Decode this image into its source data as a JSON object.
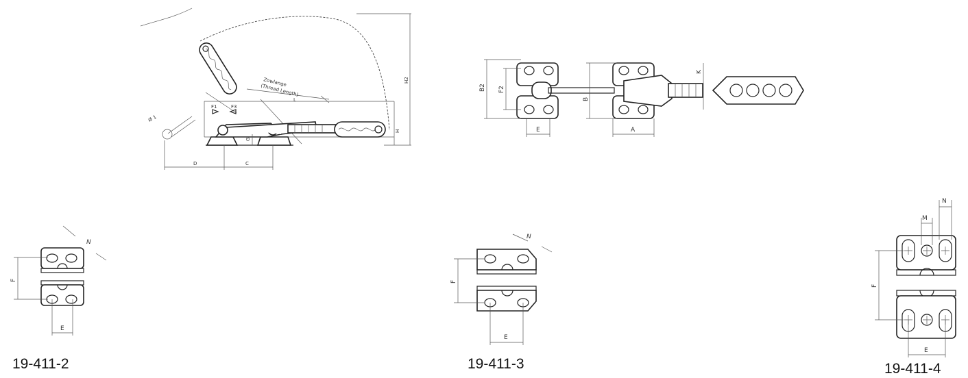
{
  "main_drawing": {
    "labels": {
      "thread_length": "Zowlange",
      "thread_length_en": "(Thread Length)",
      "f1": "F1",
      "f3": "F3",
      "dia": "Ø 1",
      "l": "L",
      "h": "H",
      "h2": "H2",
      "g": "G",
      "d": "D",
      "c": "C"
    }
  },
  "top_view": {
    "labels": {
      "b2": "B2",
      "f2": "F2",
      "b": "B",
      "e": "E",
      "a": "A",
      "k": "K"
    }
  },
  "variants": [
    {
      "caption": "19-411-2",
      "f": "F",
      "e": "E",
      "n": "N"
    },
    {
      "caption": "19-411-3",
      "f": "F",
      "e": "E",
      "n": "N"
    },
    {
      "caption": "19-411-4",
      "f": "F",
      "e": "E",
      "n": "N",
      "m": "M"
    }
  ]
}
